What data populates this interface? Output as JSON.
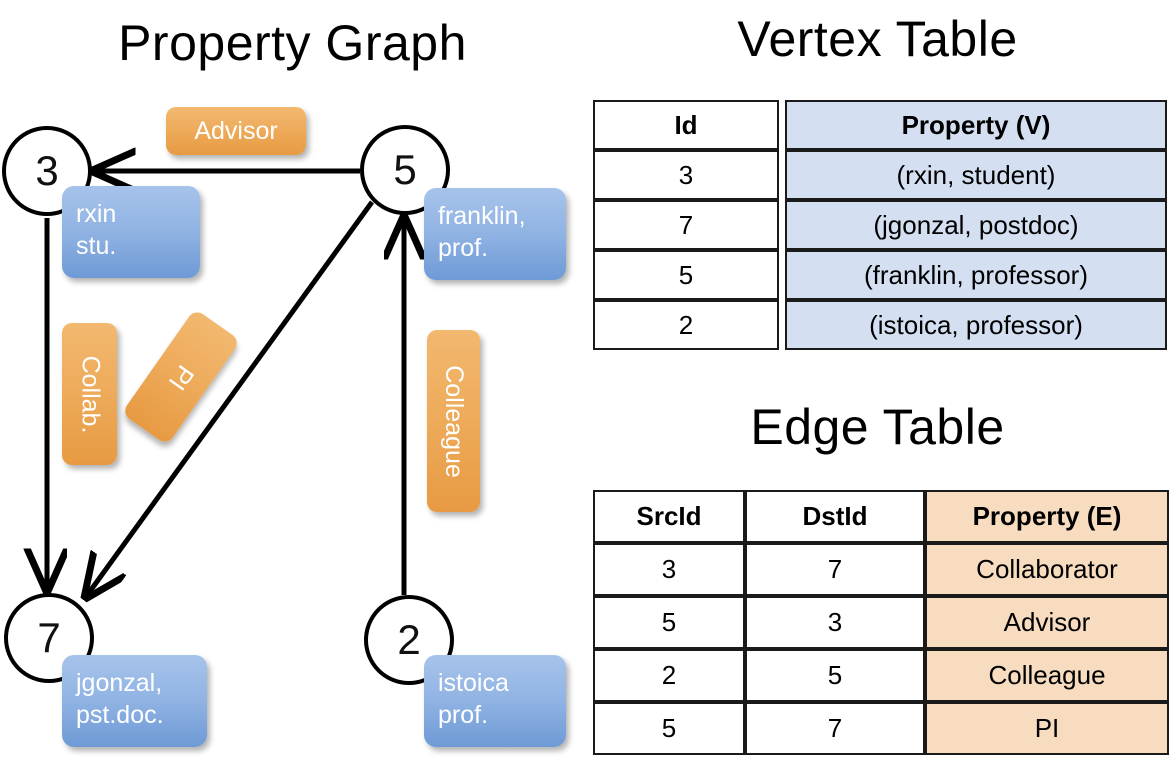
{
  "titles": {
    "property_graph": "Property Graph",
    "vertex_table": "Vertex Table",
    "edge_table": "Edge Table"
  },
  "graph": {
    "vertices": [
      {
        "id": "3",
        "property_label": "rxin\nstu."
      },
      {
        "id": "5",
        "property_label": "franklin,\nprof."
      },
      {
        "id": "7",
        "property_label": "jgonzal,\npst.doc."
      },
      {
        "id": "2",
        "property_label": "istoica\nprof."
      }
    ],
    "vertex_labels": {
      "rxin_line1": "rxin",
      "rxin_line2": "stu.",
      "franklin_line1": "franklin,",
      "franklin_line2": "prof.",
      "jgonzal_line1": "jgonzal,",
      "jgonzal_line2": "pst.doc.",
      "istoica_line1": "istoica",
      "istoica_line2": "prof."
    },
    "edge_labels": {
      "advisor": "Advisor",
      "collab": "Collab.",
      "pi": "PI",
      "colleague": "Colleague"
    }
  },
  "colors": {
    "vertex_box_fill": "#93b5e4",
    "edge_box_fill": "#eeac5c",
    "vertex_table_property_fill": "#d4e0f2",
    "edge_table_property_fill": "#f7dcc0",
    "stroke": "#000000",
    "background": "#ffffff"
  },
  "vertex_table": {
    "headers": [
      "Id",
      "Property (V)"
    ],
    "rows": [
      {
        "id": "3",
        "property": "(rxin, student)"
      },
      {
        "id": "7",
        "property": "(jgonzal, postdoc)"
      },
      {
        "id": "5",
        "property": "(franklin, professor)"
      },
      {
        "id": "2",
        "property": "(istoica, professor)"
      }
    ]
  },
  "edge_table": {
    "headers": [
      "SrcId",
      "DstId",
      "Property (E)"
    ],
    "rows": [
      {
        "src": "3",
        "dst": "7",
        "property": "Collaborator"
      },
      {
        "src": "5",
        "dst": "3",
        "property": "Advisor"
      },
      {
        "src": "2",
        "dst": "5",
        "property": "Colleague"
      },
      {
        "src": "5",
        "dst": "7",
        "property": "PI"
      }
    ]
  }
}
